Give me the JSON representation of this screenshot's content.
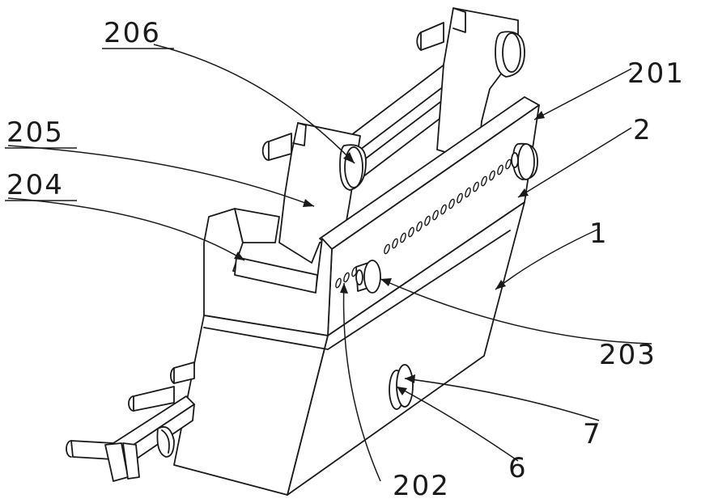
{
  "labels": {
    "l206": "206",
    "l205": "205",
    "l204": "204",
    "l201": "201",
    "l2": "2",
    "l1": "1",
    "l203": "203",
    "l7": "7",
    "l6": "6",
    "l202": "202"
  },
  "colors": {
    "line": "#1a1a1a",
    "background": "#ffffff"
  }
}
